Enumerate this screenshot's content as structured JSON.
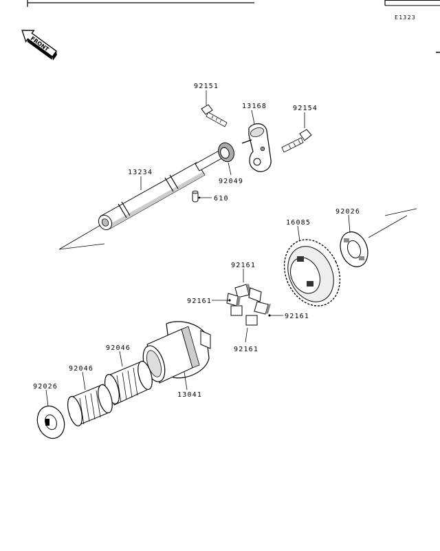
{
  "diagram_code": "E1323",
  "front_arrow_text": "FRONT",
  "parts": {
    "p92151": "92151",
    "p13168": "13168",
    "p92154": "92154",
    "p13234": "13234",
    "p92049": "92049",
    "p610": "610",
    "p16085": "16085",
    "p92026_top": "92026",
    "p92161_top": "92161",
    "p92161_left": "92161",
    "p92161_right": "92161",
    "p92161_bottom": "92161",
    "p92046_a": "92046",
    "p92046_b": "92046",
    "p13041": "13041",
    "p92026_left": "92026"
  }
}
